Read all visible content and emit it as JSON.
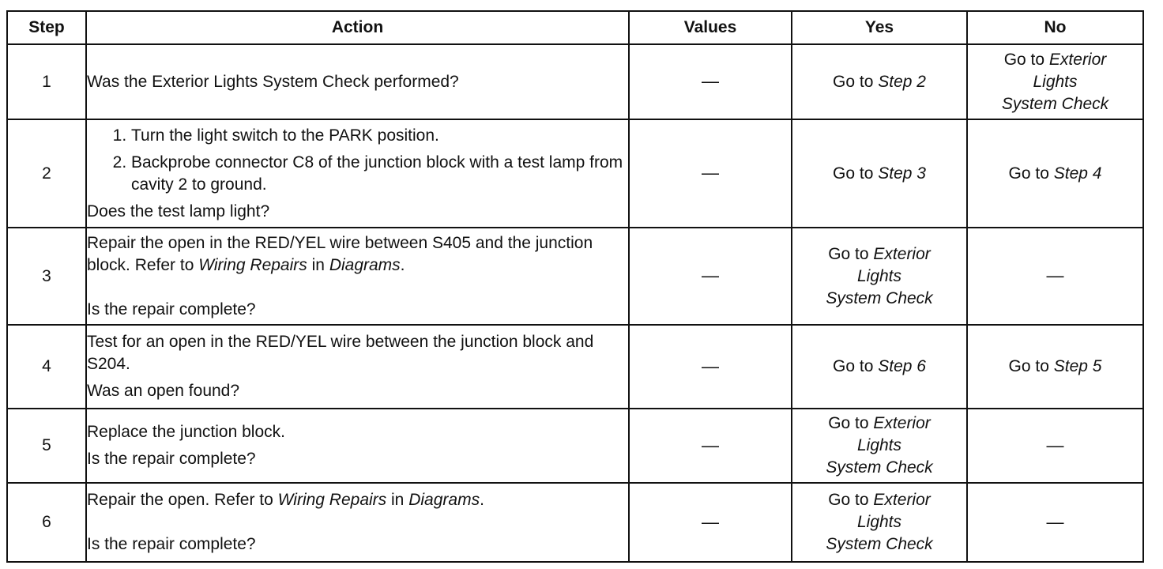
{
  "headers": {
    "step": "Step",
    "action": "Action",
    "values": "Values",
    "yes": "Yes",
    "no": "No"
  },
  "rows": [
    {
      "step": "1",
      "action_text": "Was the Exterior Lights System Check performed?",
      "values": "—",
      "yes": {
        "prefix": "Go to",
        "target": "Step 2"
      },
      "no": {
        "prefix": "Go to",
        "target_lines": [
          "Exterior",
          "Lights",
          "System Check"
        ]
      }
    },
    {
      "step": "2",
      "action_items": [
        "Turn the light switch to the PARK position.",
        "Backprobe connector C8 of the junction block with a test lamp from cavity 2 to ground."
      ],
      "action_question": "Does the test lamp light?",
      "values": "—",
      "yes": {
        "prefix": "Go to",
        "target": "Step 3"
      },
      "no": {
        "prefix": "Go to",
        "target": "Step 4"
      }
    },
    {
      "step": "3",
      "action_text_a": "Repair the open in the RED/YEL wire between S405 and the junction block. Refer to",
      "action_ref1": "Wiring Repairs",
      "action_in": "in",
      "action_ref2": "Diagrams",
      "action_period": ".",
      "action_question": "Is the repair complete?",
      "values": "—",
      "yes": {
        "prefix": "Go to",
        "target_lines": [
          "Exterior",
          "Lights",
          "System Check"
        ]
      },
      "no": "—"
    },
    {
      "step": "4",
      "action_text": "Test for an open in the RED/YEL wire between the junction block and S204.",
      "action_question": "Was an open found?",
      "values": "—",
      "yes": {
        "prefix": "Go to",
        "target": "Step 6"
      },
      "no": {
        "prefix": "Go to",
        "target": "Step 5"
      }
    },
    {
      "step": "5",
      "action_text": "Replace the junction block.",
      "action_question": "Is the repair complete?",
      "values": "—",
      "yes": {
        "prefix": "Go to",
        "target_lines": [
          "Exterior",
          "Lights",
          "System Check"
        ]
      },
      "no": "—"
    },
    {
      "step": "6",
      "action_text_a": "Repair the open. Refer to",
      "action_ref1": "Wiring Repairs",
      "action_in": "in",
      "action_ref2": "Diagrams",
      "action_period": ".",
      "action_question": "Is the repair complete?",
      "values": "—",
      "yes": {
        "prefix": "Go to",
        "target_lines": [
          "Exterior",
          "Lights",
          "System Check"
        ]
      },
      "no": "—"
    }
  ]
}
